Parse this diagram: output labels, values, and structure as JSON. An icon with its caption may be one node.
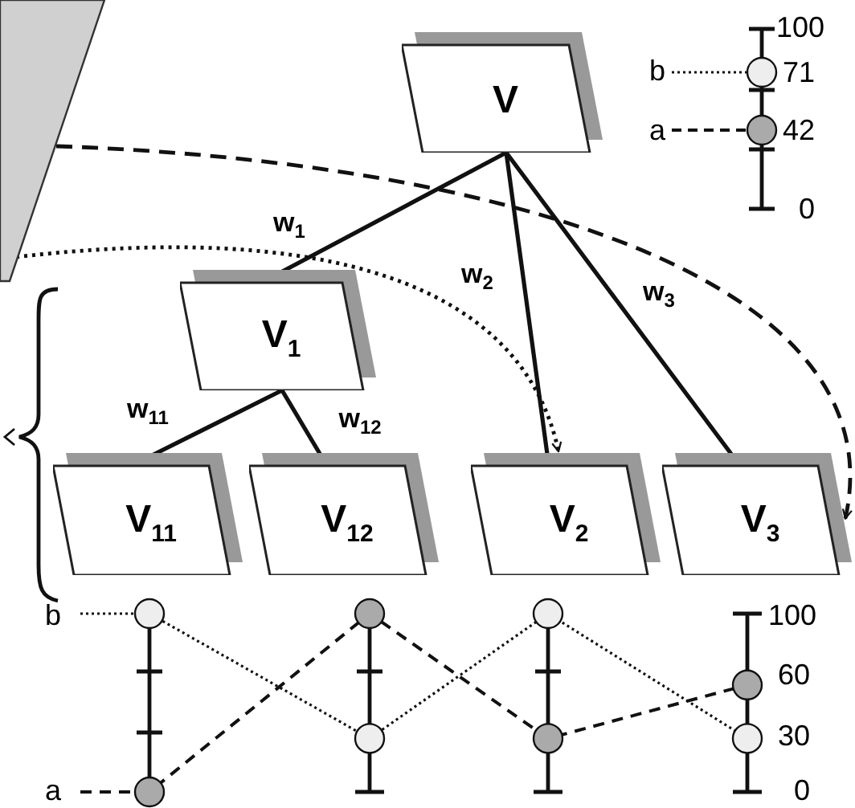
{
  "diagram": {
    "nodes": [
      {
        "text": [
          "V"
        ]
      },
      {
        "text": [
          "V$_{1}$"
        ]
      },
      {
        "text": [
          "V$_{11}$"
        ]
      },
      {
        "text": [
          "V$_{12}$"
        ]
      },
      {
        "text": [
          "V$_{2}$"
        ]
      },
      {
        "text": [
          "V$_{3}$"
        ]
      },
      {
        "text": [],
        "shape": "plane"
      }
    ],
    "edges": [
      {
        "from": 0,
        "to": 1,
        "arrow": "none",
        "label": "w$_{1}$"
      },
      {
        "from": 0,
        "to": 4,
        "arrow": "none",
        "label": "w$_{2}$"
      },
      {
        "from": 0,
        "to": 5,
        "arrow": "none",
        "label": "w$_{3}$"
      },
      {
        "from": 1,
        "to": 2,
        "arrow": "none",
        "label": "w$_{11}$"
      },
      {
        "from": 1,
        "to": 3,
        "arrow": "none",
        "label": "w$_{12}$"
      },
      {
        "from": 6,
        "to": 4,
        "arrow": "to",
        "style": "dashed"
      },
      {
        "from": 6,
        "to": 5,
        "arrow": "to",
        "style": "dashed"
      }
    ],
    "labels": [
      "100",
      "b",
      "71",
      "a",
      "42",
      "0",
      "b",
      "100",
      "60",
      "30",
      "a",
      "0"
    ]
  }
}
